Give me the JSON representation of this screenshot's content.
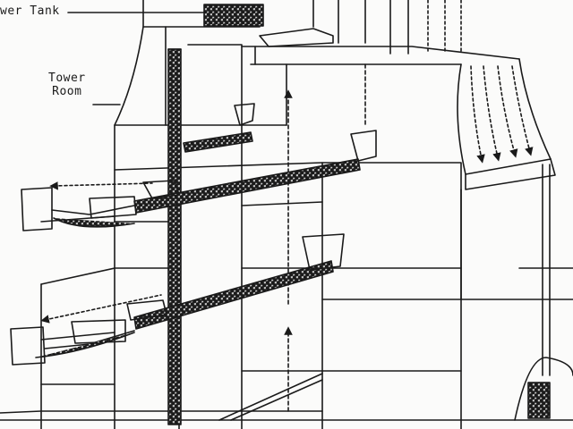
{
  "labels": {
    "tower_tank": "wer Tank",
    "tower_room_line1": "Tower",
    "tower_room_line2": "Room"
  },
  "colors": {
    "ink": "#1a1a1a",
    "paper": "#fbfbfa",
    "pipe_fill": "#7a7a7a"
  }
}
